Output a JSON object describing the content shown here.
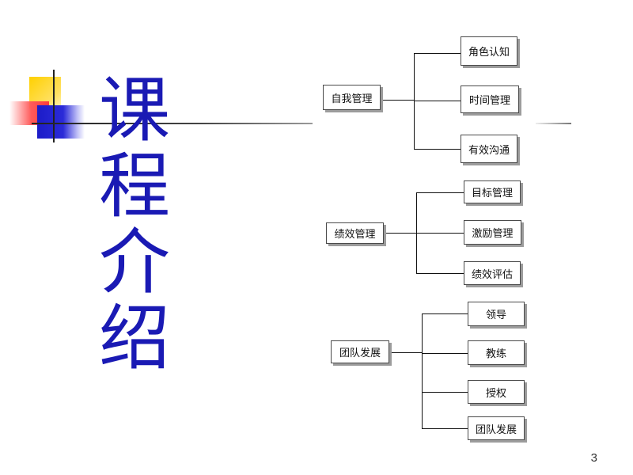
{
  "slide": {
    "title_chars": [
      "课",
      "程",
      "介",
      "绍"
    ],
    "page_number": "3"
  },
  "diagram": {
    "groups": [
      {
        "label": "自我管理",
        "children": [
          "角色认知",
          "时间管理",
          "有效沟通"
        ]
      },
      {
        "label": "绩效管理",
        "children": [
          "目标管理",
          "激励管理",
          "绩效评估"
        ]
      },
      {
        "label": "团队发展",
        "children": [
          "领导",
          "教练",
          "授权",
          "团队发展"
        ]
      }
    ]
  },
  "colors": {
    "title": "#1a1ab4",
    "accent_yellow": "#ffd000",
    "accent_red": "#ff3b3b",
    "accent_blue": "#1c1cc8"
  }
}
